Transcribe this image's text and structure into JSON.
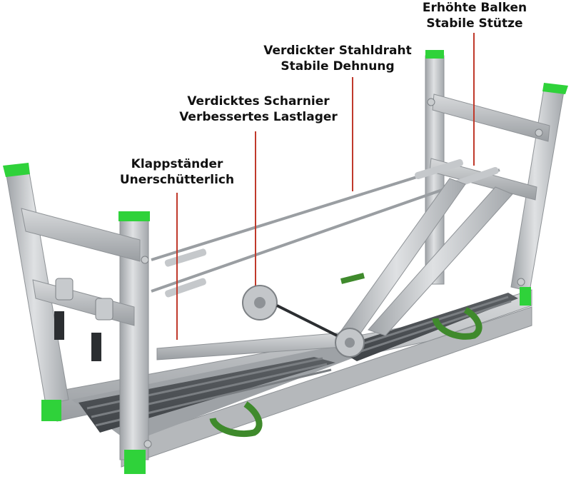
{
  "image": {
    "subject": "folding-aluminium-step-platform",
    "colors": {
      "frame": "#b9bcbf",
      "frame_dark": "#8e9296",
      "frame_light": "#dfe1e3",
      "tread": "#4d5155",
      "tread_groove": "#7a7e82",
      "caps": "#2fd23a",
      "strap": "#3f8a2c",
      "callout_line": "#c0392b",
      "label_text": "#111111"
    }
  },
  "callouts": [
    {
      "id": "balken",
      "line1": "Erhöhte Balken",
      "line2": "Stabile Stütze"
    },
    {
      "id": "stahldraht",
      "line1": "Verdickter Stahldraht",
      "line2": "Stabile Dehnung"
    },
    {
      "id": "scharnier",
      "line1": "Verdicktes Scharnier",
      "line2": "Verbessertes Lastlager"
    },
    {
      "id": "klapp",
      "line1": "Klappständer",
      "line2": "Unerschütterlich"
    }
  ]
}
